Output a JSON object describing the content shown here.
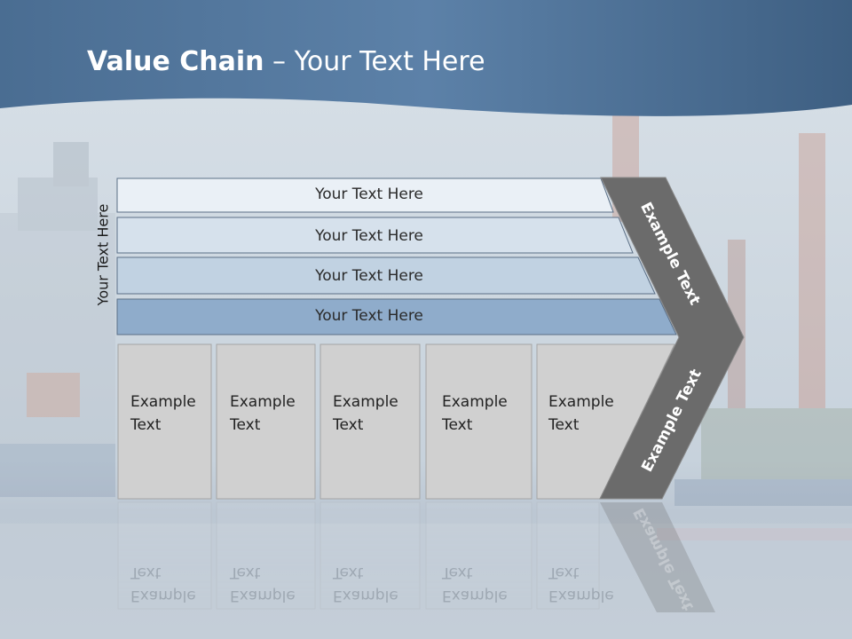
{
  "title": {
    "bold": "Value Chain",
    "rest": " – Your Text Here"
  },
  "side_label": "Your Text Here",
  "rows": [
    {
      "label": "Your Text Here",
      "color": "#eaf0f6"
    },
    {
      "label": "Your Text Here",
      "color": "#d6e1ec"
    },
    {
      "label": "Your Text Here",
      "color": "#c1d2e2"
    },
    {
      "label": "Your Text Here",
      "color": "#8faccb"
    }
  ],
  "boxes": [
    {
      "line1": "Example",
      "line2": "Text"
    },
    {
      "line1": "Example",
      "line2": "Text"
    },
    {
      "line1": "Example",
      "line2": "Text"
    },
    {
      "line1": "Example",
      "line2": "Text"
    },
    {
      "line1": "Example",
      "line2": "Text"
    }
  ],
  "chevron": {
    "upper_text": "Example Text",
    "lower_text": "Example Text",
    "color": "#6b6b6b"
  },
  "colors": {
    "header": "#4d7196",
    "box_fill": "#d0d0d0",
    "box_border": "#a5a5a5",
    "outline": "#5b6f86"
  }
}
